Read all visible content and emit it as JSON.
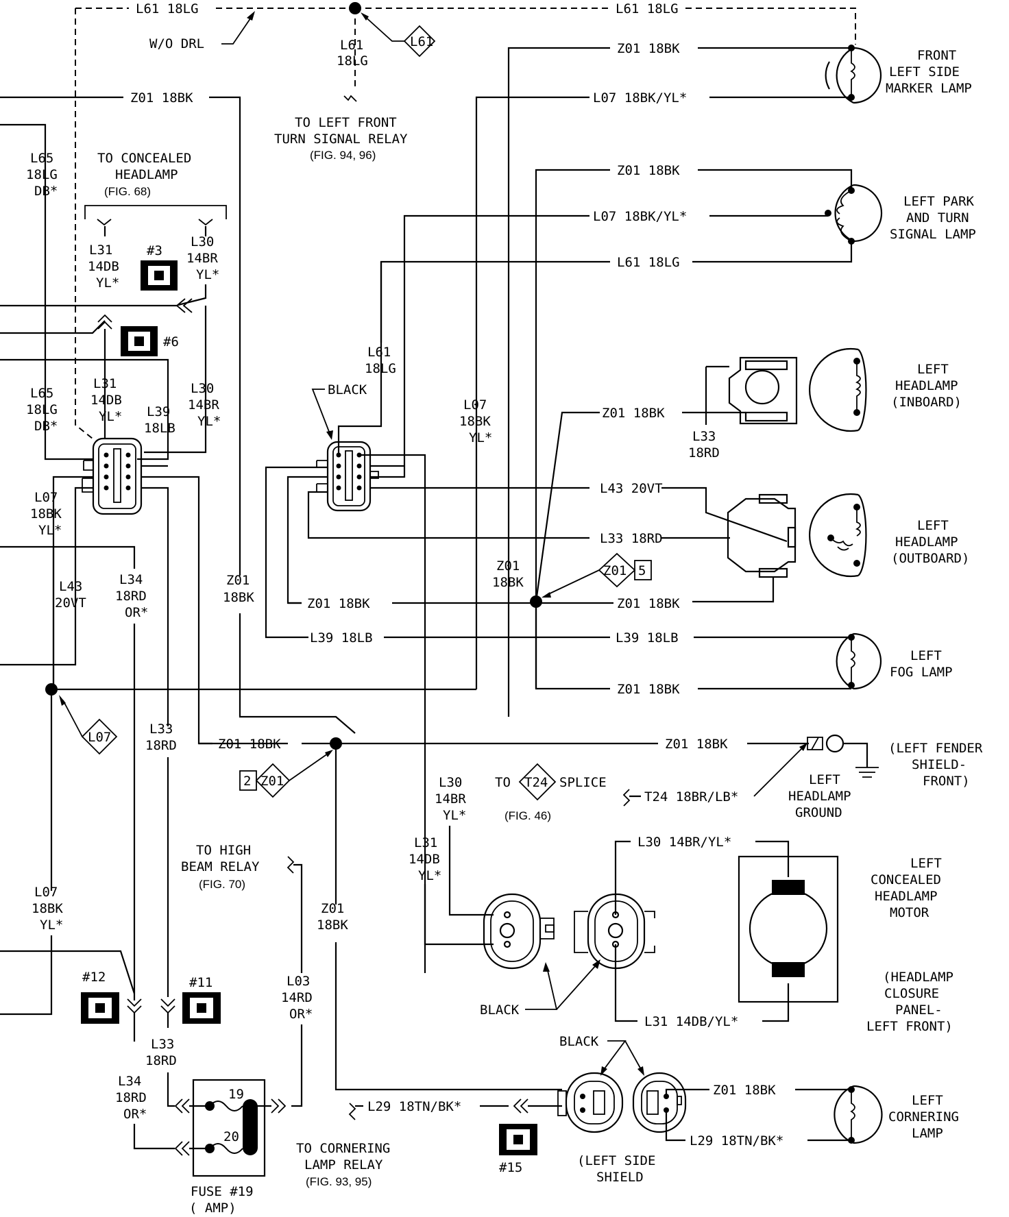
{
  "wires": {
    "l61_top_left": "L61 18LG",
    "l61_top_right": "L61 18LG",
    "wo_drl": "W/O DRL",
    "l61_drop_a": "L61",
    "l61_drop_b": "18LG",
    "z01_top": "Z01 18BK",
    "z01_marker": "Z01 18BK",
    "l07_marker": "L07 18BK/YL*",
    "z01_park": "Z01 18BK",
    "l07_park": "L07 18BK/YL*",
    "l61_park": "L61 18LG",
    "l65_a": "L65",
    "l65_b": "18LG",
    "l65_c": "DB*",
    "l65b_a": "L65",
    "l65b_b": "18LG",
    "l65b_c": "DB*",
    "l31_a": "L31",
    "l31_b": "14DB",
    "l31_c": "YL*",
    "l30_a": "L30",
    "l30_b": "14BR",
    "l30_c": "YL*",
    "l31b_a": "L31",
    "l31b_b": "14DB",
    "l31b_c": "YL*",
    "l39_a": "L39",
    "l39_b": "18LB",
    "l30b_a": "L30",
    "l30b_b": "14BR",
    "l30b_c": "YL*",
    "l61m_a": "L61",
    "l61m_b": "18LG",
    "l07m_a": "L07",
    "l07m_b": "18BK",
    "l07m_c": "YL*",
    "z01_hl_in": "Z01 18BK",
    "l33v_a": "L33",
    "l33v_b": "18RD",
    "l43_hl": "L43 20VT",
    "l33_hl": "L33 18RD",
    "z01v_a": "Z01",
    "z01v_b": "18BK",
    "z01_left_mid": "Z01 18BK",
    "z01_hl_out": "Z01 18BK",
    "l39_left": "L39 18LB",
    "l39_fog": "L39 18LB",
    "z01_fog": "Z01 18BK",
    "l07l_a": "L07",
    "l07l_b": "18BK",
    "l07l_c": "YL*",
    "l43_a": "L43",
    "l43_b": "20VT",
    "l34_a": "L34",
    "l34_b": "18RD",
    "l34_c": "OR*",
    "z01vl_a": "Z01",
    "z01vl_b": "18BK",
    "l33l_a": "L33",
    "l33l_b": "18RD",
    "z01_splice_left": "Z01 18BK",
    "z01_ground": "Z01 18BK",
    "t24": "T24 18BR/LB*",
    "l30m_a": "L30",
    "l30m_b": "14BR",
    "l30m_c": "YL*",
    "l31m_a": "L31",
    "l31m_b": "14DB",
    "l31m_c": "YL*",
    "l30_motor": "L30 14BR/YL*",
    "l31_motor": "L31 14DB/YL*",
    "l07b_a": "L07",
    "l07b_b": "18BK",
    "l07b_c": "YL*",
    "z01b_a": "Z01",
    "z01b_b": "18BK",
    "l03_a": "L03",
    "l03_b": "14RD",
    "l03_c": "OR*",
    "l33b_a": "L33",
    "l33b_b": "18RD",
    "l34b_a": "L34",
    "l34b_b": "18RD",
    "l34b_c": "OR*",
    "l29_left": "L29 18TN/BK*",
    "z01_corner": "Z01 18BK",
    "l29_corner": "L29 18TN/BK*"
  },
  "labels": {
    "to_turn_1": "TO LEFT FRONT",
    "to_turn_2": "TURN SIGNAL RELAY",
    "to_turn_fig": "(FIG. 94, 96)",
    "to_conc_1": "TO CONCEALED",
    "to_conc_2": "HEADLAMP",
    "to_conc_fig": "(FIG. 68)",
    "black_mid": "BLACK",
    "to_t24_a": "TO",
    "to_t24_b": "SPLICE",
    "t24_fig": "(FIG. 46)",
    "to_hb_1": "TO HIGH",
    "to_hb_2": "BEAM RELAY",
    "to_hb_fig": "(FIG. 70)",
    "black_bottom": "BLACK",
    "black_corner": "BLACK",
    "to_corn_1": "TO CORNERING",
    "to_corn_2": "LAMP RELAY",
    "to_corn_fig": "(FIG. 93, 95)",
    "side_shield_1": "(LEFT SIDE",
    "side_shield_2": "SHIELD",
    "fuse_1": "FUSE #19",
    "fuse_2": "(     AMP)",
    "fuse_19": "19",
    "fuse_20": "20"
  },
  "components": {
    "marker_1": "FRONT",
    "marker_2": "LEFT SIDE",
    "marker_3": "MARKER LAMP",
    "park_1": "LEFT PARK",
    "park_2": "AND TURN",
    "park_3": "SIGNAL LAMP",
    "hl_in_1": "LEFT",
    "hl_in_2": "HEADLAMP",
    "hl_in_3": "(INBOARD)",
    "hl_out_1": "LEFT",
    "hl_out_2": "HEADLAMP",
    "hl_out_3": "(OUTBOARD)",
    "fog_1": "LEFT",
    "fog_2": "FOG LAMP",
    "fender_1": "(LEFT FENDER",
    "fender_2": "SHIELD-",
    "fender_3": "FRONT)",
    "hlg_1": "LEFT",
    "hlg_2": "HEADLAMP",
    "hlg_3": "GROUND",
    "motor_1": "LEFT",
    "motor_2": "CONCEALED",
    "motor_3": "HEADLAMP",
    "motor_4": "MOTOR",
    "closure_1": "(HEADLAMP",
    "closure_2": "CLOSURE",
    "closure_3": "PANEL-",
    "closure_4": "LEFT FRONT)",
    "corner_1": "LEFT",
    "corner_2": "CORNERING",
    "corner_3": "LAMP"
  },
  "refs": {
    "c3": "#3",
    "c6": "#6",
    "c12": "#12",
    "c11": "#11",
    "c15": "#15",
    "splice_l61": "L61",
    "splice_z01_a": "Z01",
    "splice_z01_a_num": "5",
    "splice_l07": "L07",
    "splice_z01_b": "Z01",
    "splice_z01_b_num": "2",
    "splice_t24": "T24"
  }
}
